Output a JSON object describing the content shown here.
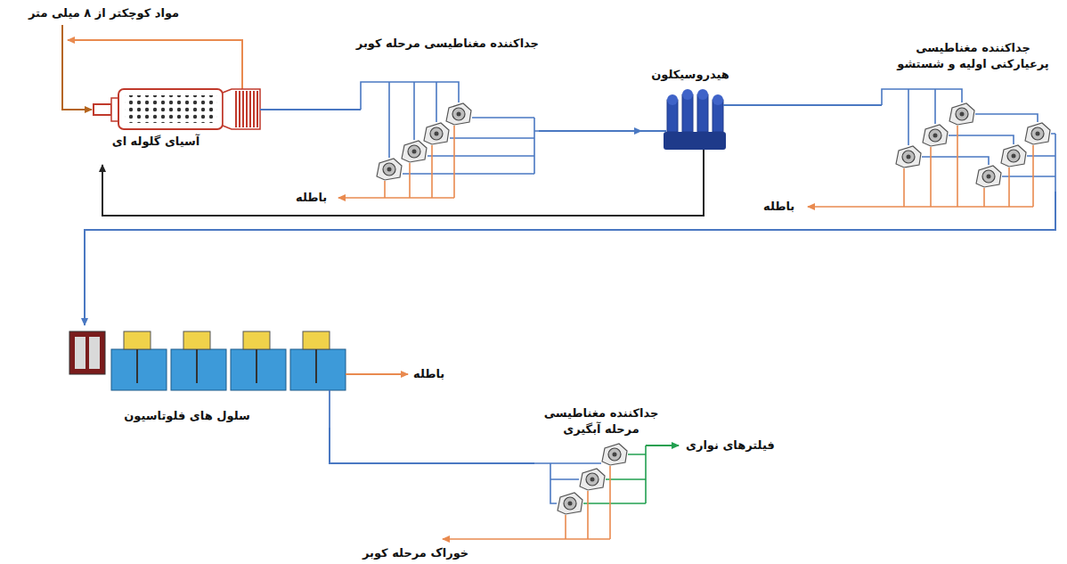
{
  "diagram": {
    "nodes": [
      {
        "text": [
          "آسیای گلوله ای"
        ]
      },
      {
        "text": [
          "جداکننده مغناطیسی مرحله کوبر"
        ]
      },
      {
        "text": [
          "هیدروسیکلون"
        ]
      },
      {
        "text": [
          "جداکننده مغناطیسی پرعیارکنی اولیه و شستشو"
        ]
      },
      {
        "text": [
          "سلول های فلوتاسیون"
        ]
      },
      {
        "text": [
          "جداکننده مغناطیسی مرحله آبگیری"
        ]
      }
    ],
    "edges": [
      {
        "from": 0,
        "to": 1,
        "arrow": "none"
      },
      {
        "from": 1,
        "to": 2,
        "arrow": "to"
      },
      {
        "from": 2,
        "to": 0,
        "arrow": "to"
      },
      {
        "from": 2,
        "to": 3,
        "arrow": "none"
      },
      {
        "from": 3,
        "to": 4,
        "arrow": "to"
      },
      {
        "from": 4,
        "to": 5,
        "arrow": "none"
      }
    ],
    "labels": [
      "مواد کوچکتر از ۸ میلی متر",
      "باطله",
      "باطله",
      "باطله",
      "فیلترهای نواری",
      "خوراک مرحله کوبر"
    ]
  }
}
